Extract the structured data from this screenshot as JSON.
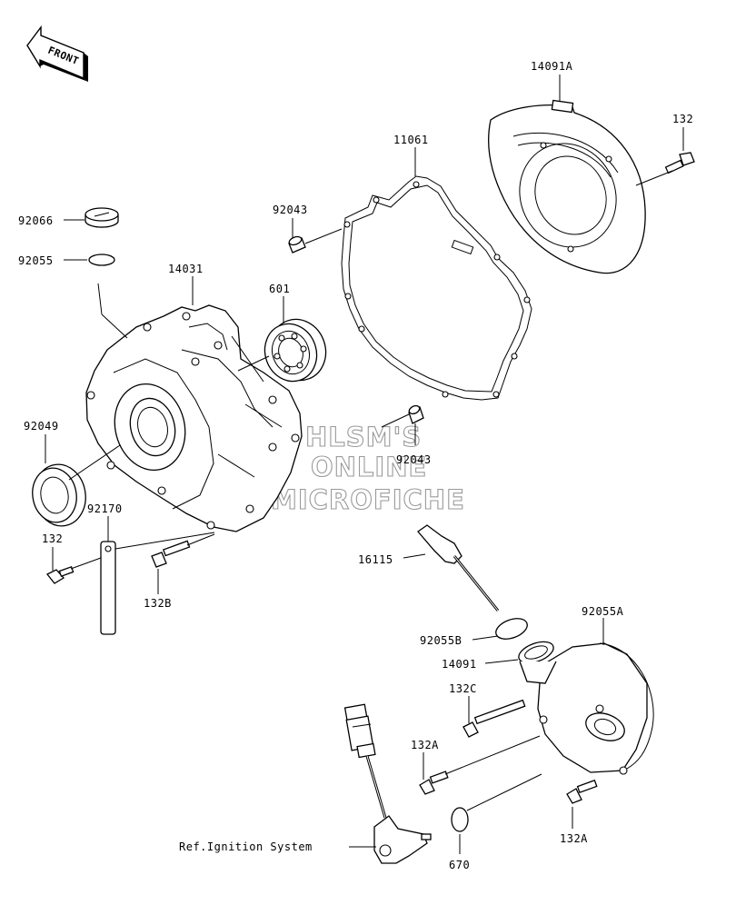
{
  "diagram": {
    "front_arrow_text": "FRONT",
    "watermark": [
      "HLSM'S",
      "ONLINE",
      "MICROFICHE"
    ],
    "labels": {
      "p14091A": "14091A",
      "p132_top": "132",
      "p11061": "11061",
      "p92043_top": "92043",
      "p92066": "92066",
      "p92055": "92055",
      "p14031": "14031",
      "p601": "601",
      "p92049": "92049",
      "p92043_bottom": "92043",
      "p92170": "92170",
      "p132_left": "132",
      "p132B": "132B",
      "p16115": "16115",
      "p92055A": "92055A",
      "p92055B": "92055B",
      "p14091": "14091",
      "p132C": "132C",
      "p132A_mid": "132A",
      "p132A_bottom": "132A",
      "p670": "670",
      "ref_ignition": "Ref.Ignition System"
    }
  }
}
